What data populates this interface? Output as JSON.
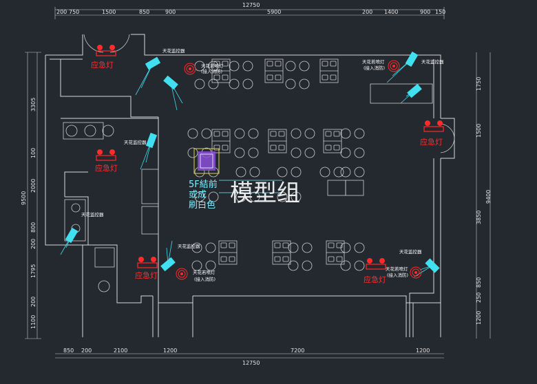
{
  "dims": {
    "top_total": "12750",
    "top_segments": [
      "200",
      "750",
      "1500",
      "850",
      "900",
      "5900",
      "200",
      "1400",
      "900",
      "150"
    ],
    "bottom_total": "12750",
    "bottom_segments": [
      "850",
      "200",
      "2100",
      "1200",
      "7200",
      "1200"
    ],
    "left_total": "9500",
    "left_segments": [
      "3305",
      "100",
      "2000",
      "800",
      "200",
      "1795",
      "200",
      "1100"
    ],
    "right_total": "9400",
    "right_segments": [
      "1750",
      "1500",
      "3850",
      "850",
      "250",
      "1200"
    ]
  },
  "labels": {
    "emergency_light": "应急灯",
    "ceiling_monitor": "天花监控器",
    "sprinkler": "天花若喷灯",
    "sprinkler_note": "(接入消防)",
    "note_line1": "5F結前",
    "note_line2": "或成",
    "note_line3": "刷白色",
    "watermark": "模型组"
  },
  "colors": {
    "background": "#24282f",
    "wall": "#d8d8d8",
    "emergency": "#ff2a2a",
    "monitor": "#40e0f0",
    "purple": "#8a4fd6"
  }
}
